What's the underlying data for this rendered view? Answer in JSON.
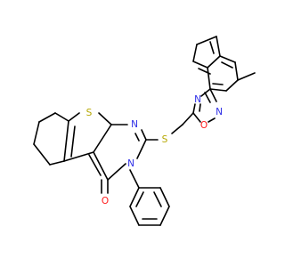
{
  "molecule": {
    "atoms": {
      "sulfur_thiophene": {
        "label": "S",
        "color": "#b5a700"
      },
      "nitrogen_pyrimidine": {
        "label": "N",
        "color": "#2e2ee6"
      },
      "sulfur_thioether": {
        "label": "S",
        "color": "#b5a700"
      },
      "nitrogen_n3": {
        "label": "N",
        "color": "#2e2ee6"
      },
      "oxygen_carbonyl": {
        "label": "O",
        "color": "#ff1a1a"
      },
      "nitrogen_oxadiazole_top": {
        "label": "N",
        "color": "#2e2ee6"
      },
      "oxygen_oxadiazole": {
        "label": "O",
        "color": "#ff1a1a"
      },
      "nitrogen_oxadiazole_right": {
        "label": "N",
        "color": "#2e2ee6"
      }
    },
    "bond_color": "#000000",
    "background": "#ffffff"
  }
}
